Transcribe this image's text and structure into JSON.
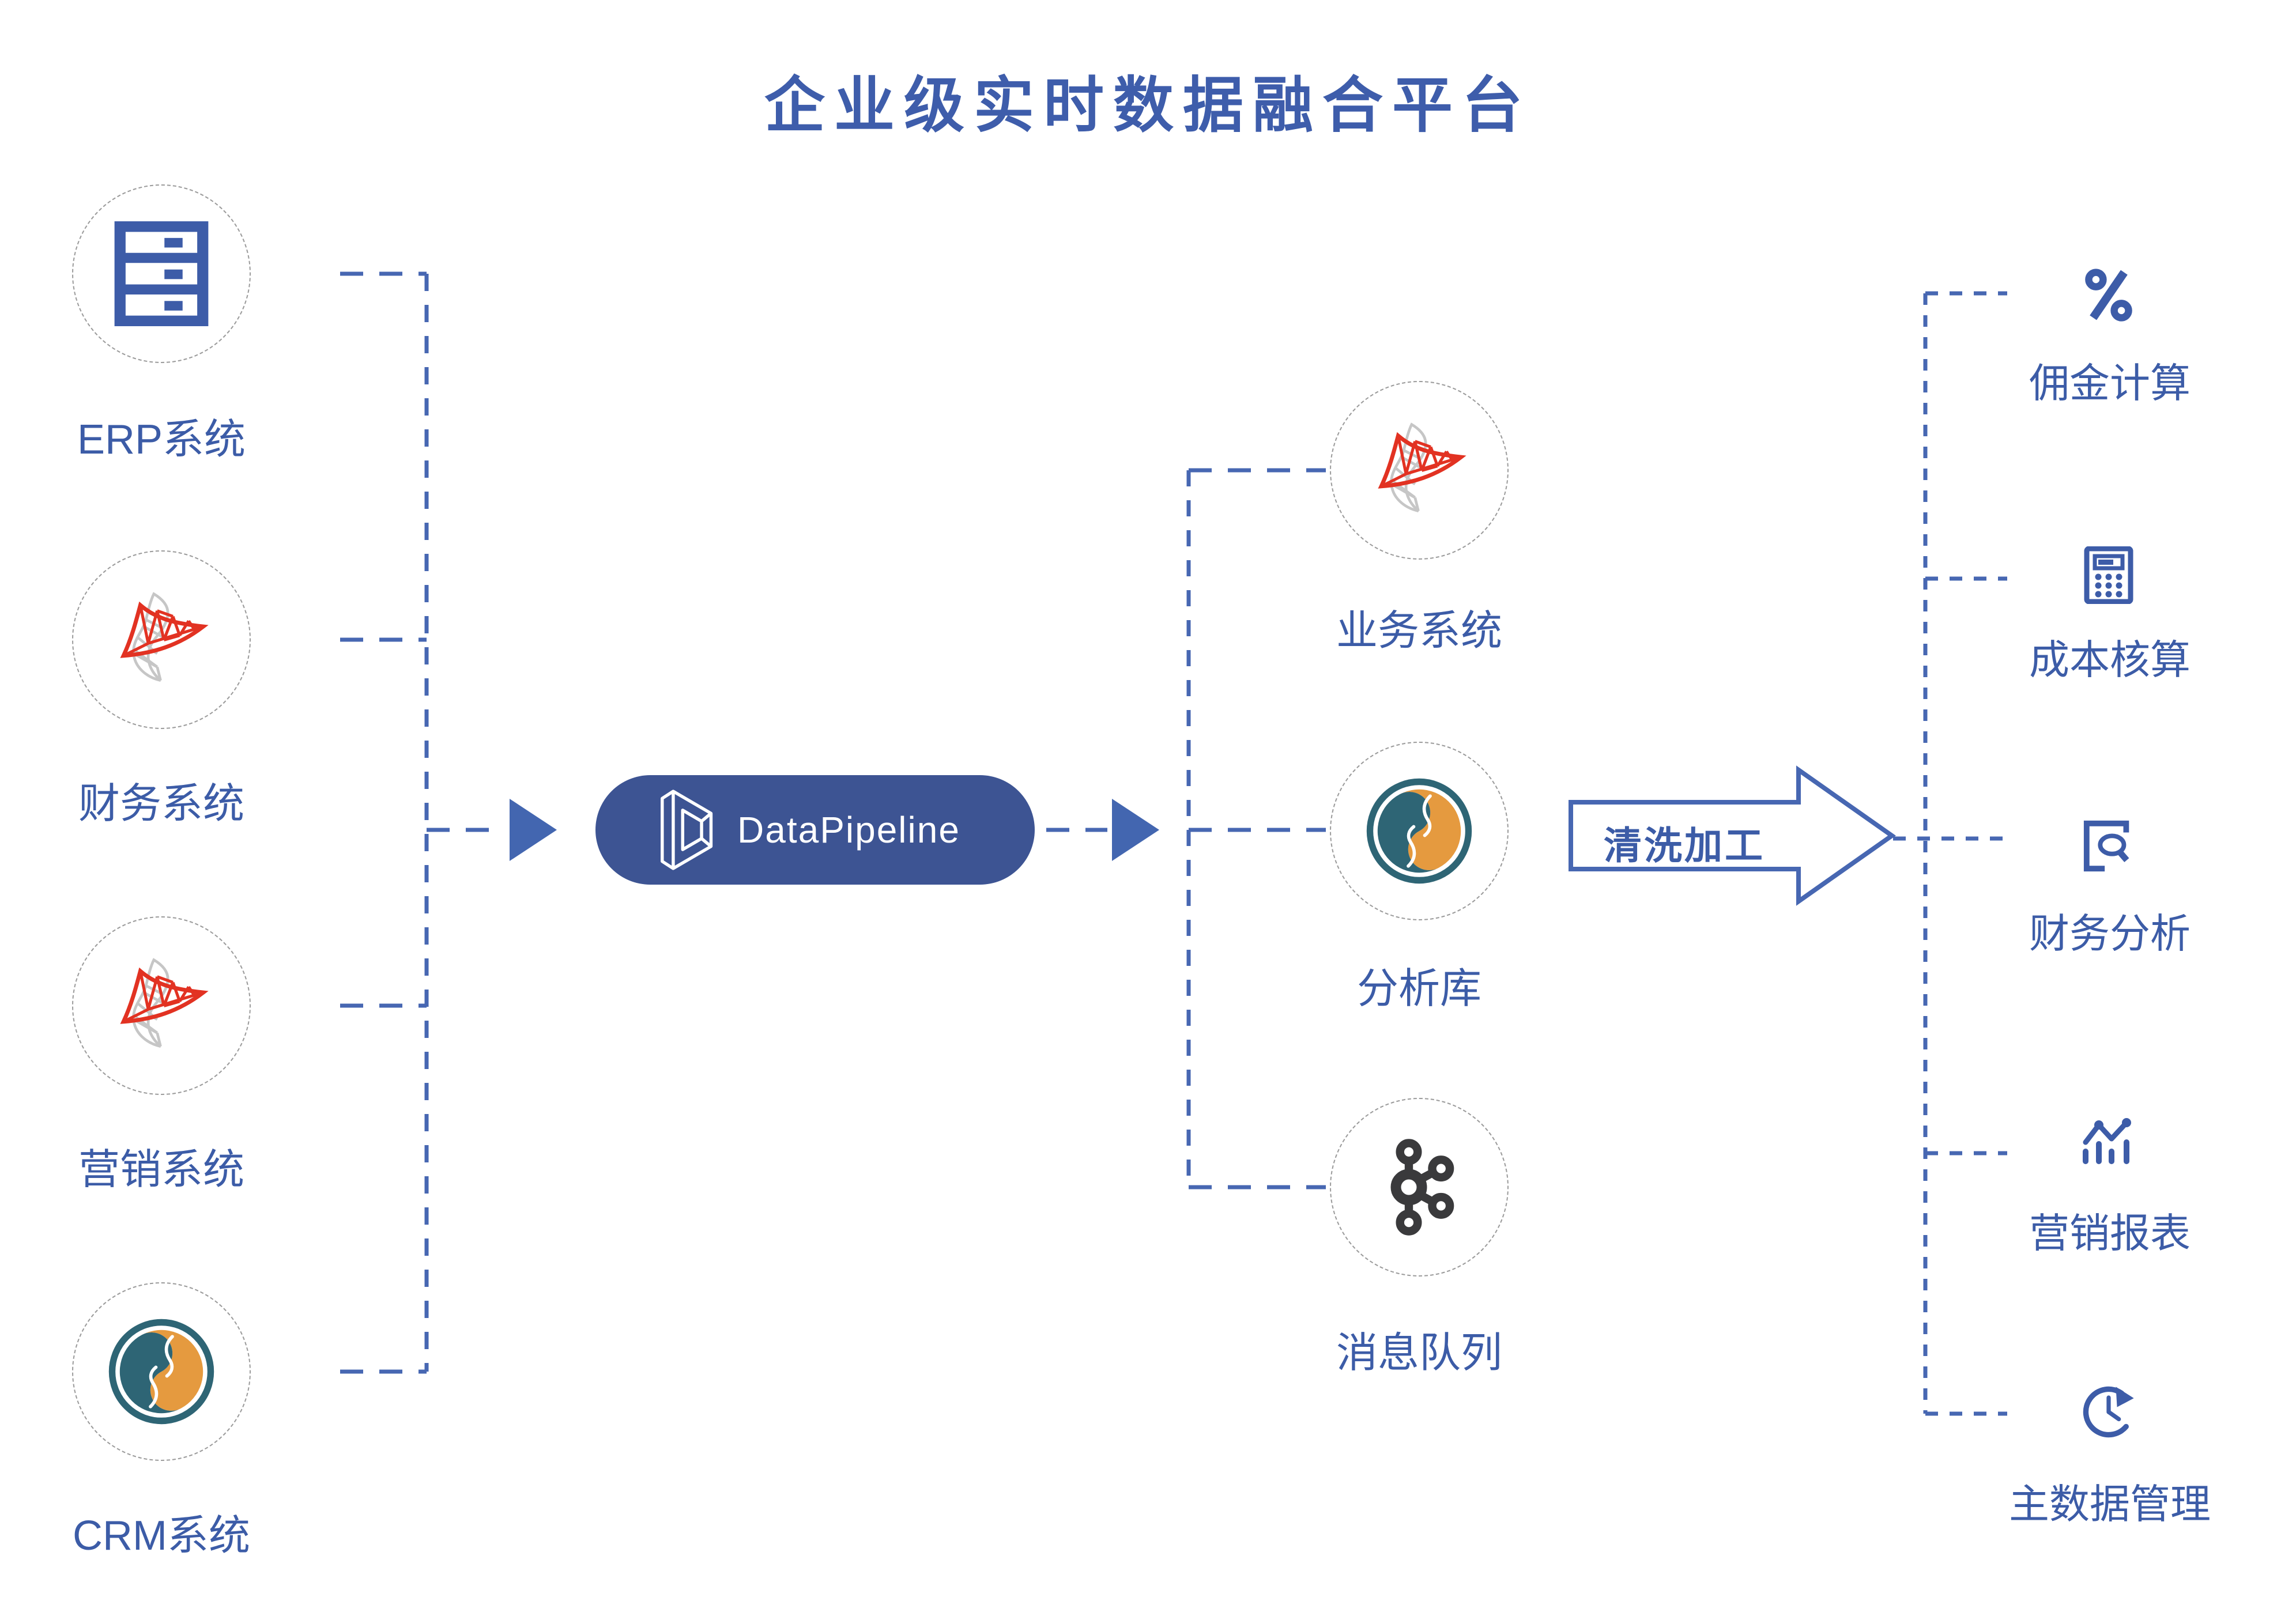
{
  "title": "企业级实时数据融合平台",
  "platform": {
    "name": "DataPipeline"
  },
  "process_arrow": {
    "label": "清洗加工"
  },
  "sources": [
    {
      "label": "ERP系统",
      "icon": "server-icon"
    },
    {
      "label": "财务系统",
      "icon": "sqlserver-icon"
    },
    {
      "label": "营销系统",
      "icon": "sqlserver-icon"
    },
    {
      "label": "CRM系统",
      "icon": "mysql-icon"
    }
  ],
  "staging": [
    {
      "label": "业务系统",
      "icon": "sqlserver-icon"
    },
    {
      "label": "分析库",
      "icon": "mysql-icon"
    },
    {
      "label": "消息队列",
      "icon": "kafka-icon"
    }
  ],
  "applications": [
    {
      "label": "佣金计算",
      "icon": "percent-icon"
    },
    {
      "label": "成本核算",
      "icon": "calculator-icon"
    },
    {
      "label": "财务分析",
      "icon": "document-search-icon"
    },
    {
      "label": "营销报表",
      "icon": "chart-icon"
    },
    {
      "label": "主数据管理",
      "icon": "clock-history-icon"
    }
  ],
  "colors": {
    "title_blue": "#3E5DAB",
    "label_blue": "#3C5CA7",
    "connector_blue": "#4767B2",
    "icon_blue": "#3D5CA8",
    "pill_background": "#3D5493",
    "sqlserver_red": "#E23222",
    "sqlserver_gray": "#C6C6C6",
    "mysql_teal": "#2E6575",
    "mysql_orange": "#E59A3F",
    "kafka_dark": "#3A3A3C",
    "circle_border_gray": "#9B9B9B"
  }
}
